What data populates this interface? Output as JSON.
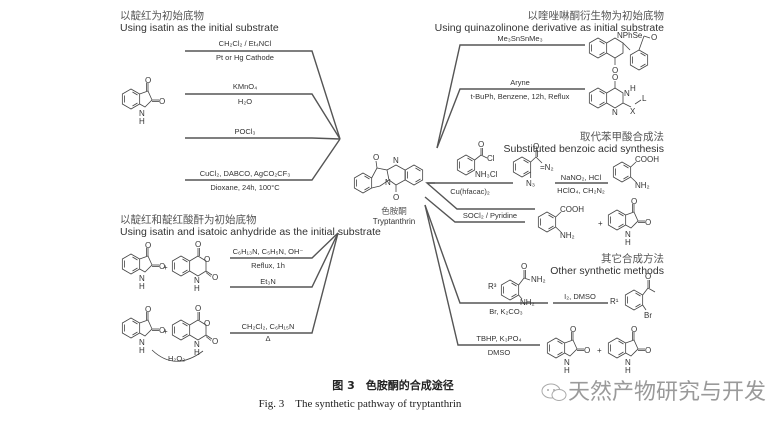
{
  "sections": {
    "isatin": {
      "title_cn": "以靛红为初始底物",
      "title_en": "Using isatin as the initial substrate"
    },
    "isatin_anhydride": {
      "title_cn": "以靛红和靛红酸酐为初始底物",
      "title_en": "Using isatin and isatoic anhydride as the initial substrate"
    },
    "quinazolinone": {
      "title_cn": "以喹唑啉酮衍生物为初始底物",
      "title_en": "Using quinazolinone derivative as initial substrate"
    },
    "benzoic": {
      "title_cn": "取代苯甲酸合成法",
      "title_en": "Substituted benzoic acid synthesis"
    },
    "other": {
      "title_cn": "其它合成方法",
      "title_en": "Other synthetic methods"
    }
  },
  "reagents": {
    "r1_top": "CH₂Cl₂ / Et₄NCl",
    "r1_bottom": "Pt or Hg Cathode",
    "r2_top": "KMnO₄",
    "r2_bottom": "H₂O",
    "r3_top": "POCl₃",
    "r4_top": "CuCl₂, DABCO, AgCO₂CF₃",
    "r4_bottom": "Dioxane, 24h, 100°C",
    "r5_top": "C₆H₁₃N, C₅H₅N, OH⁻",
    "r5_bottom": "Reflux, 1h",
    "r6_top": "Et₃N",
    "r7_top": "CH₂Cl₂, C₆H₁₅N",
    "r7_bottom": "Δ",
    "r7_arc": "H₂O₂",
    "r8_top": "Me₃SnSnMe₃",
    "r9_top": "Aryne",
    "r9_bottom": "t-BuPh, Benzene, 12h, Reflux",
    "r10_bottom": "Cu(hfacac)₂",
    "r10b_top": "NaNO₂, HCl",
    "r10b_bottom": "HClO₄, CH₂N₂",
    "r11_top": "SOCl₂ / Pyridine",
    "r12_top": "I₂, DMSO",
    "r12_bottom": "Br, K₂CO₃",
    "r13_top": "TBHP, K₃PO₄",
    "r13_bottom": "DMSO"
  },
  "product": {
    "name_cn": "色胺酮",
    "name_en": "Tryptanthrin"
  },
  "atoms": {
    "O": "O",
    "N": "N",
    "NH": "NH",
    "H": "H",
    "Cl": "Cl",
    "NH3Cl": "NH₃Cl",
    "N3": "N₃",
    "N2": "=N₂",
    "COOH": "COOH",
    "NH2": "NH₂",
    "Br": "Br",
    "R1": "R¹",
    "R3": "R³",
    "NPhSe": "NPhSe",
    "X": "X",
    "L": "L",
    "plus": "+"
  },
  "caption": {
    "cn": "图 3　色胺酮的合成途径",
    "en": "Fig. 3　The synthetic pathway of tryptanthrin"
  },
  "watermark": {
    "text": "天然产物研究与开发",
    "icon": "wechat-icon"
  }
}
